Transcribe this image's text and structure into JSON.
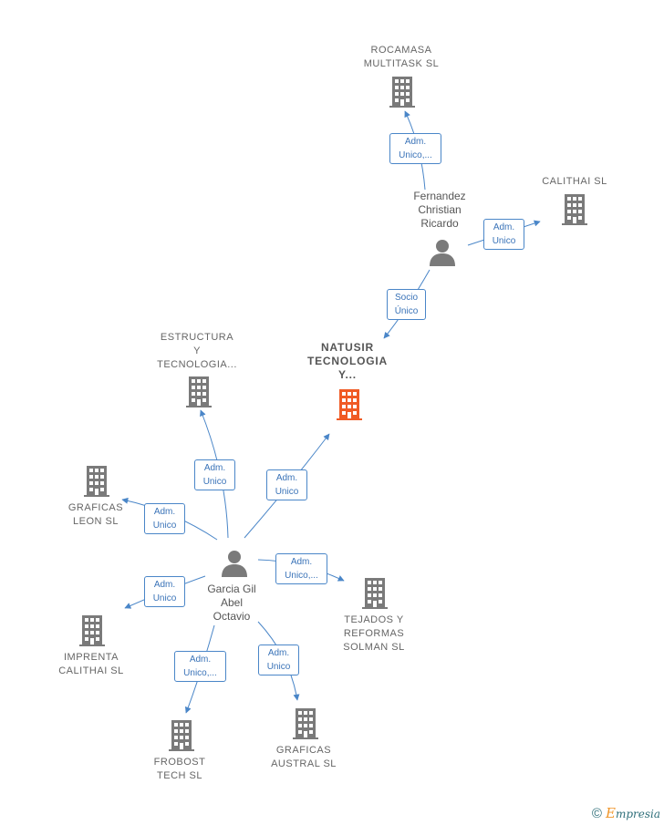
{
  "colors": {
    "edge": "#4a86c8",
    "building": "#7a7a7a",
    "building_main": "#f05a24",
    "person": "#7a7a7a"
  },
  "companies": {
    "rocamasa": "ROCAMASA\nMULTITASK  SL",
    "calithai": "CALITHAI  SL",
    "natusir": "NATUSIR\nTECNOLOGIA\nY...",
    "estructura": "ESTRUCTURA\nY\nTECNOLOGIA...",
    "graficas_leon": "GRAFICAS\nLEON  SL",
    "imprenta": "IMPRENTA\nCALITHAI  SL",
    "frobost": "FROBOST\nTECH  SL",
    "graficas_austral": "GRAFICAS\nAUSTRAL  SL",
    "tejados": "TEJADOS Y\nREFORMAS\nSOLMAN  SL"
  },
  "people": {
    "fernandez": "Fernandez\nChristian\nRicardo",
    "garcia": "Garcia Gil\nAbel\nOctavio"
  },
  "edges": {
    "fernandez_rocamasa": "Adm.\nUnico,...",
    "fernandez_calithai": "Adm.\nUnico",
    "fernandez_natusir": "Socio\nÚnico",
    "garcia_estructura": "Adm.\nUnico",
    "garcia_natusir": "Adm.\nUnico",
    "garcia_graficas_leon": "Adm.\nUnico",
    "garcia_tejados": "Adm.\nUnico,...",
    "garcia_imprenta": "Adm.\nUnico",
    "garcia_frobost": "Adm.\nUnico,...",
    "garcia_graficas_austral": "Adm.\nUnico"
  },
  "footer": {
    "copyright": "©",
    "brand_initial": "E",
    "brand_rest": "mpresia"
  }
}
